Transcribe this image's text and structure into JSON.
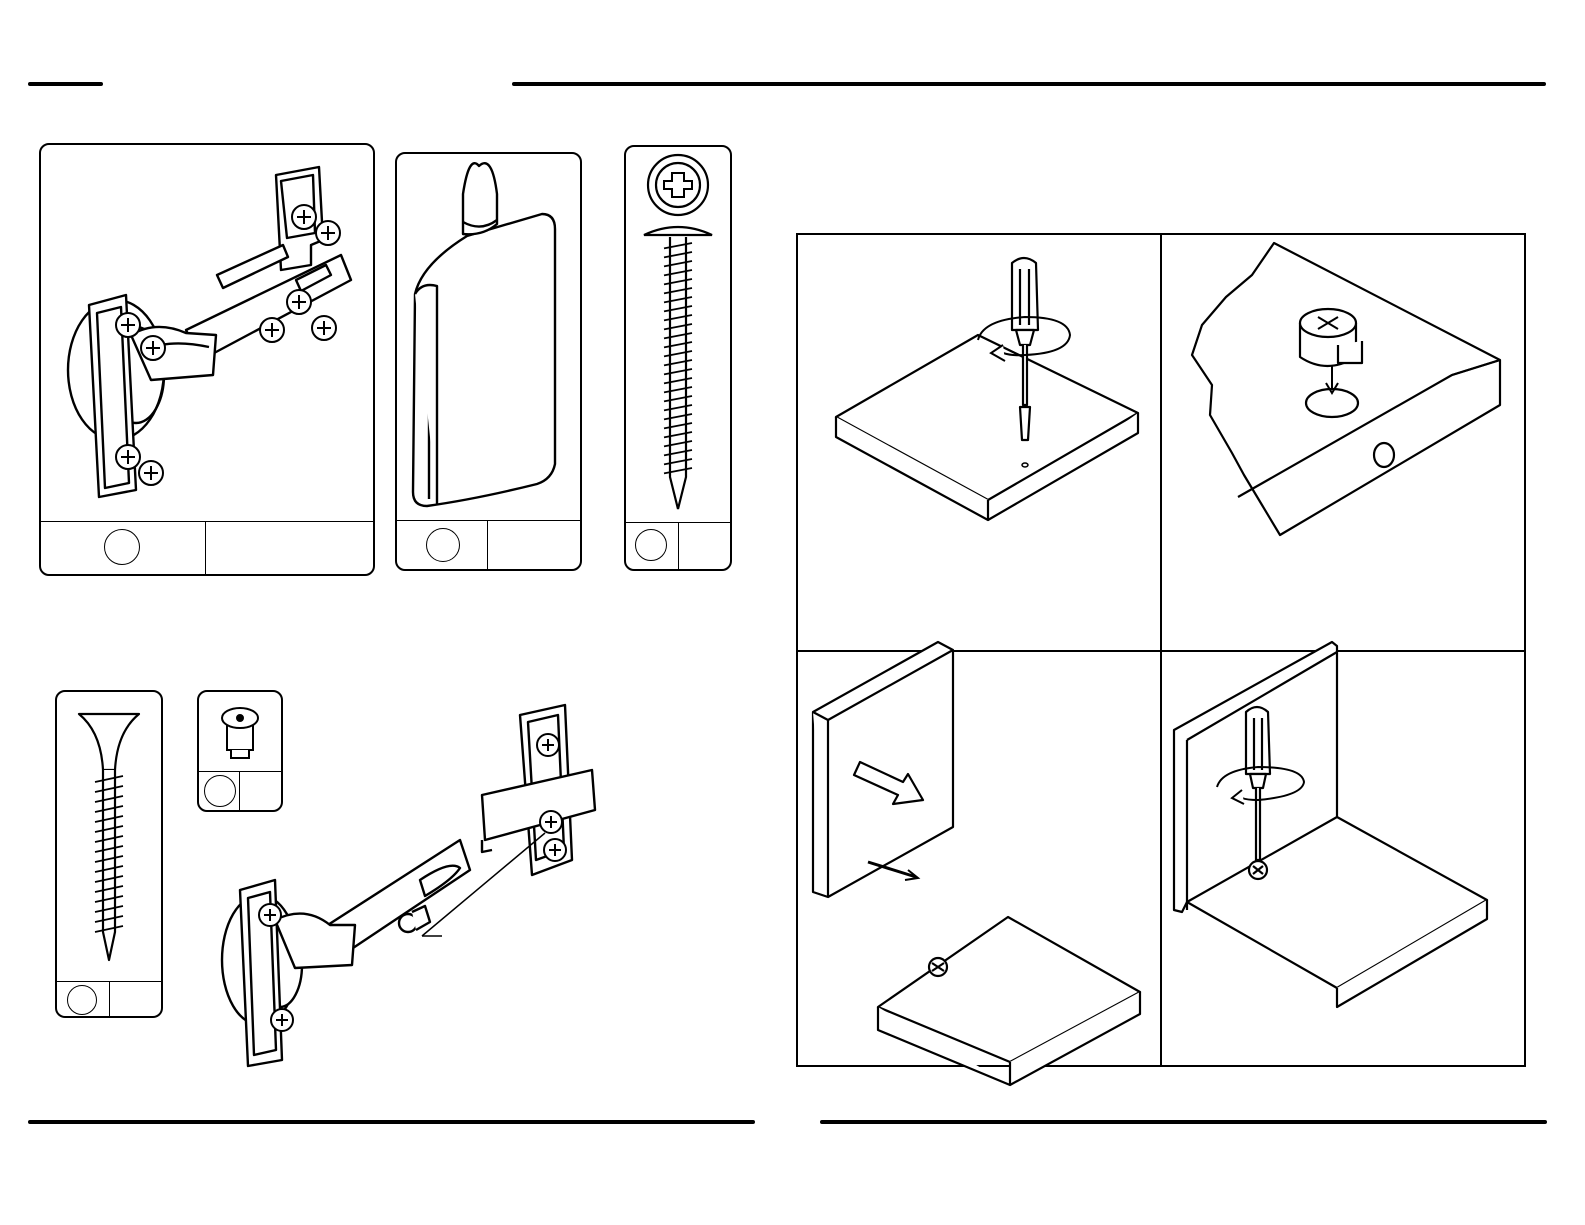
{
  "document": {
    "type": "assembly-instruction-page",
    "hardware_parts": [
      {
        "id": "concealed-hinge",
        "label": "",
        "quantity": ""
      },
      {
        "id": "glue-bottle",
        "label": "",
        "quantity": ""
      },
      {
        "id": "pan-head-screw",
        "label": "",
        "quantity": ""
      },
      {
        "id": "flat-head-screw",
        "label": "",
        "quantity": ""
      },
      {
        "id": "shelf-support-plug",
        "label": "",
        "quantity": ""
      }
    ],
    "hinge_mount_callout": "",
    "steps": [
      {
        "id": "step-1",
        "caption": "",
        "illustration": "screwdriver-inserting-cam-bolt"
      },
      {
        "id": "step-2",
        "caption": "",
        "illustration": "cam-lock-into-panel"
      },
      {
        "id": "step-3",
        "caption": "",
        "illustration": "join-panels-arrow"
      },
      {
        "id": "step-4",
        "caption": "",
        "illustration": "tighten-cam-lock"
      }
    ]
  },
  "colors": {
    "line": "#000000",
    "background": "#ffffff",
    "shade": "#d9d9d9"
  }
}
